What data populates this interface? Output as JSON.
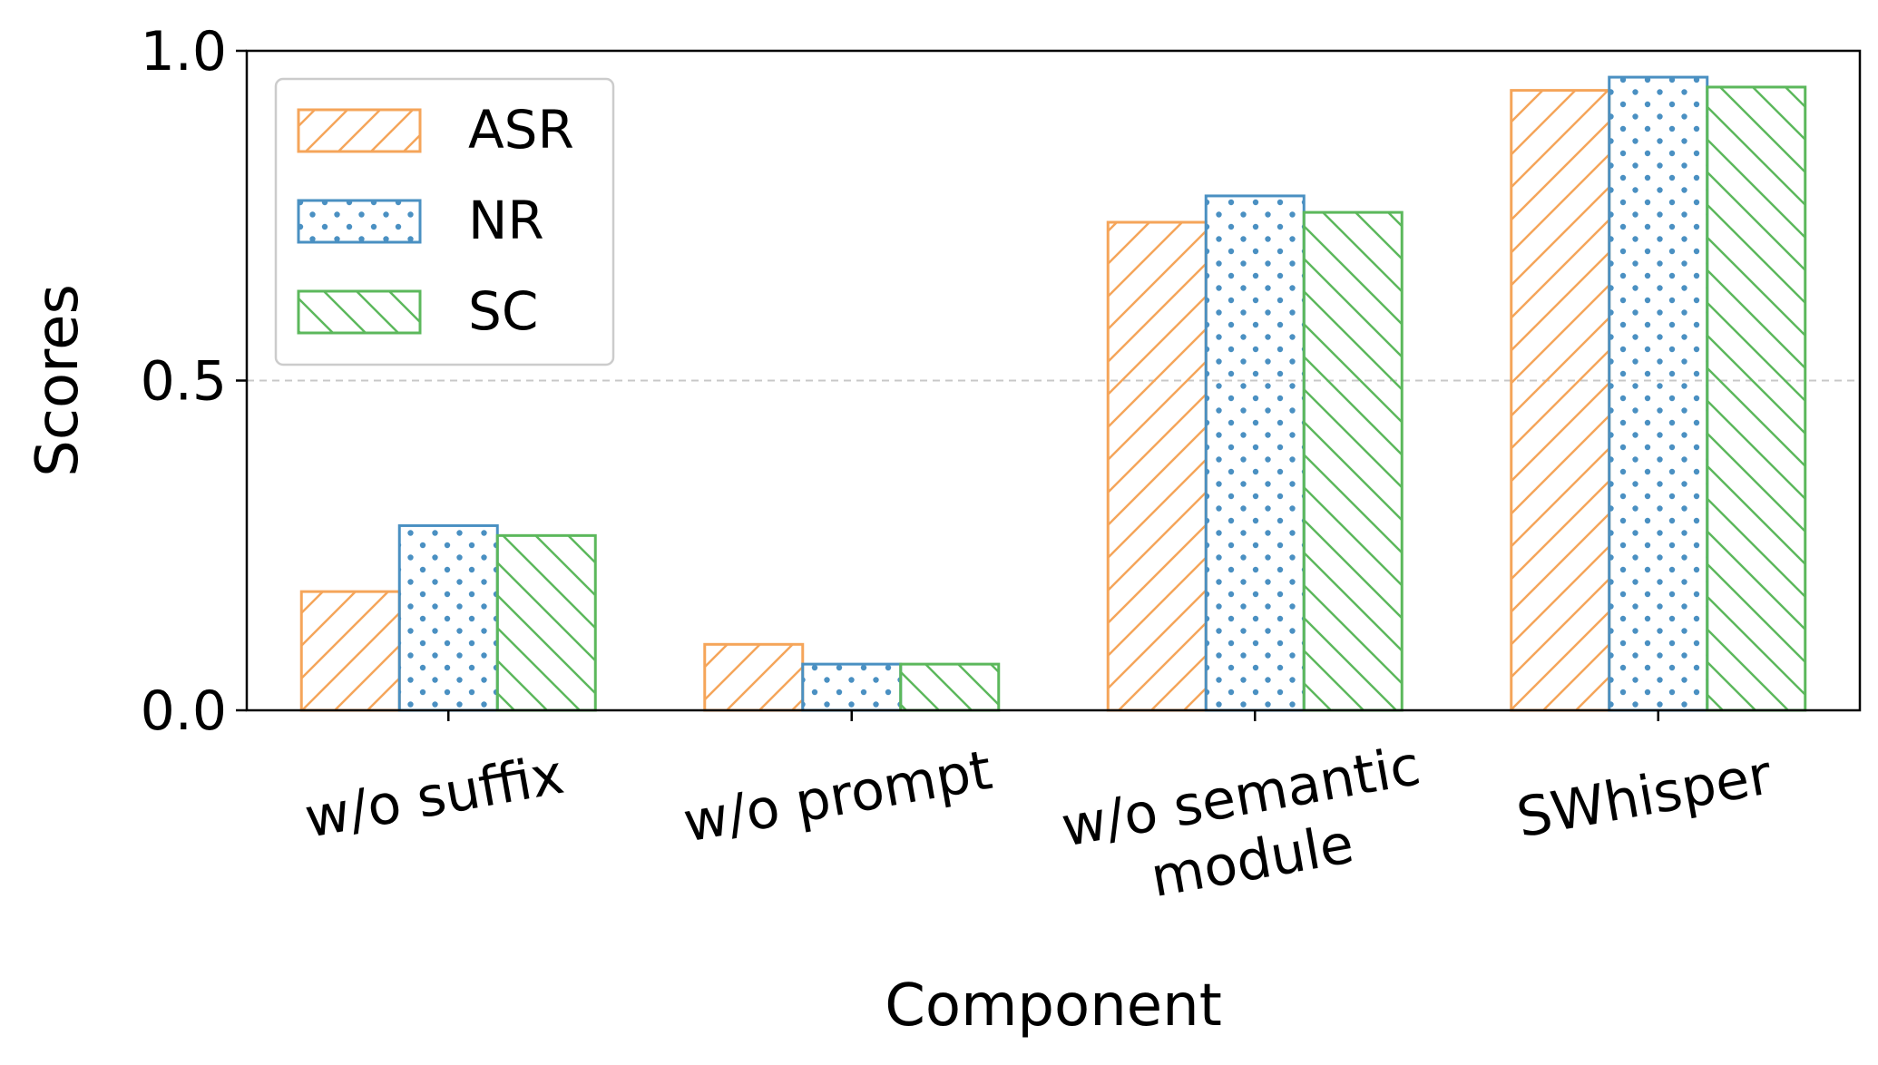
{
  "chart_data": {
    "type": "bar",
    "xlabel": "Component",
    "ylabel": "Scores",
    "categories": [
      [
        "w/o suffix"
      ],
      [
        "w/o prompt"
      ],
      [
        "w/o semantic",
        "module"
      ],
      [
        "SWhisper"
      ]
    ],
    "series": [
      {
        "name": "ASR",
        "values": [
          0.18,
          0.1,
          0.74,
          0.94
        ],
        "color": "#f5a55a",
        "hatch": "diagonal-up"
      },
      {
        "name": "NR",
        "values": [
          0.28,
          0.07,
          0.78,
          0.96
        ],
        "color": "#4a90c2",
        "hatch": "dots"
      },
      {
        "name": "SC",
        "values": [
          0.265,
          0.07,
          0.755,
          0.945
        ],
        "color": "#5cb85c",
        "hatch": "diagonal-down"
      }
    ],
    "ylim": [
      0,
      1.0
    ],
    "yticks": [
      "0.0",
      "0.5",
      "1.0"
    ],
    "ytick_values": [
      0,
      0.5,
      1.0
    ],
    "grid": "horizontal dashed",
    "legend_position": "top-left"
  }
}
